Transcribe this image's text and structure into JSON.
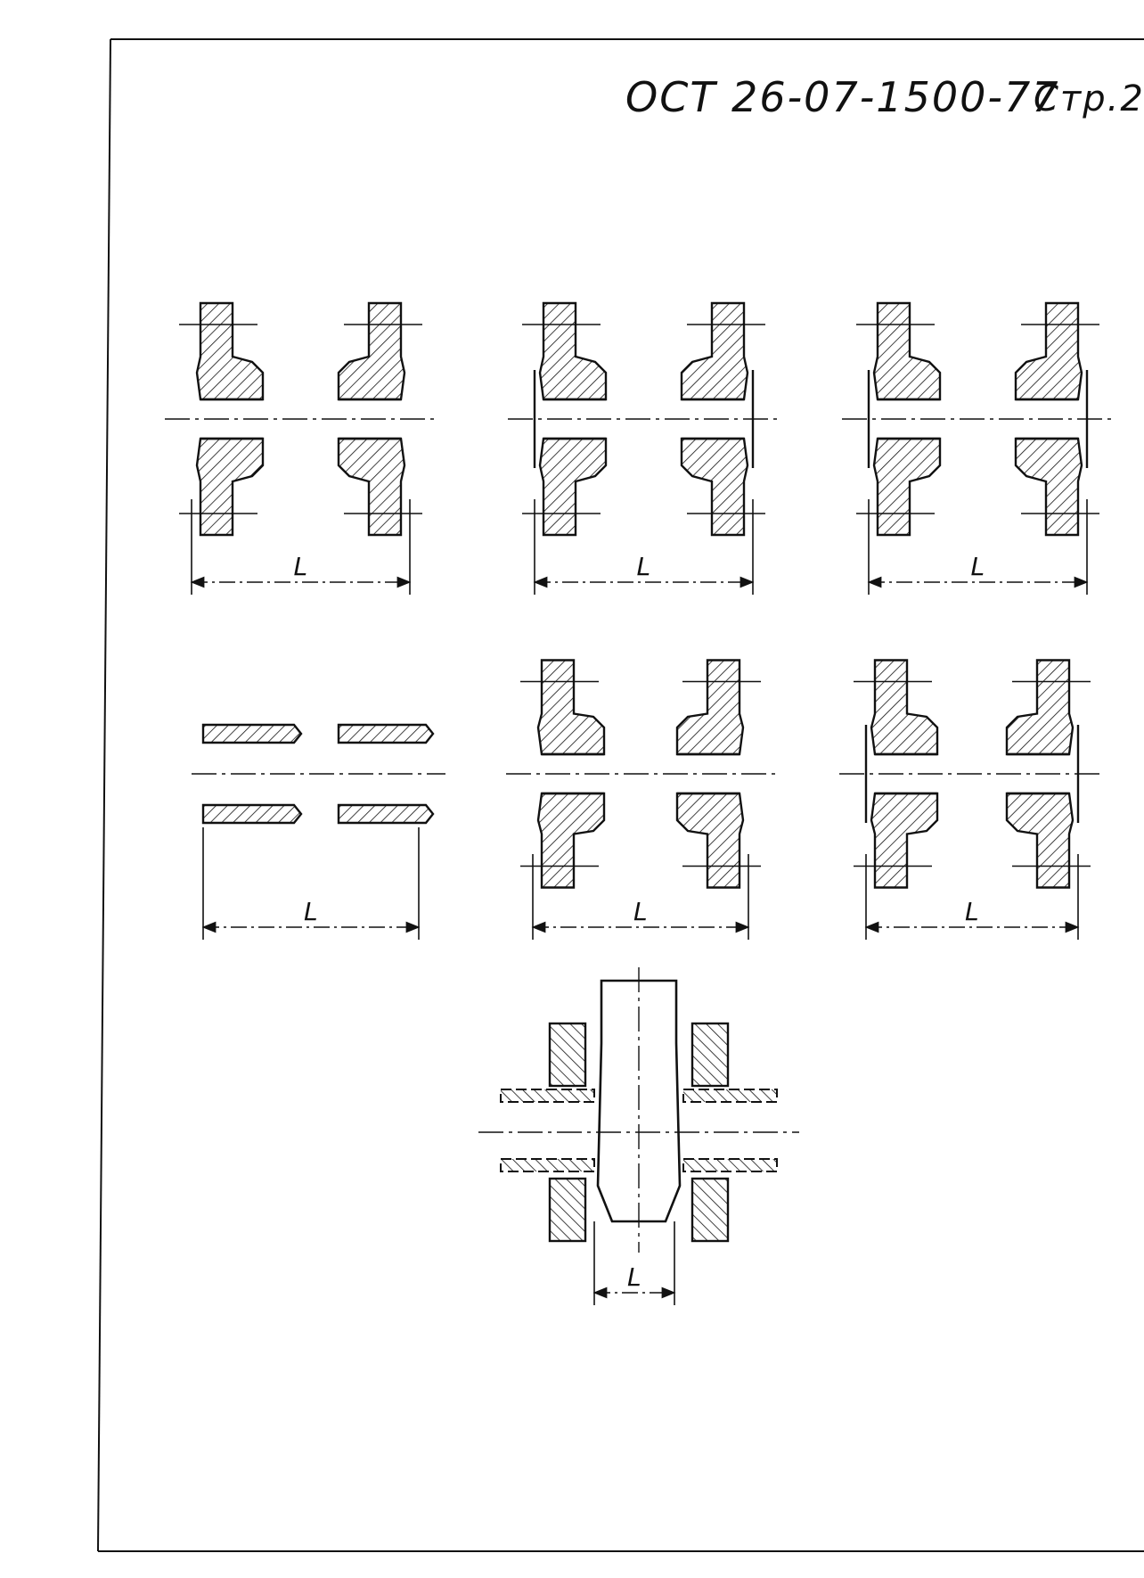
{
  "header": {
    "doc_code": "ОСТ 26-07-1500-77",
    "page_label": "Стр.2"
  },
  "dimension_label": "L",
  "variants": [
    {
      "id": "flange-butt"
    },
    {
      "id": "flange-tongue"
    },
    {
      "id": "flange-groove"
    },
    {
      "id": "weld-ends"
    },
    {
      "id": "flange-flat"
    },
    {
      "id": "flange-spigot"
    },
    {
      "id": "wafer-between-flanges"
    }
  ],
  "colors": {
    "ink": "#111111",
    "paper": "#ffffff"
  }
}
